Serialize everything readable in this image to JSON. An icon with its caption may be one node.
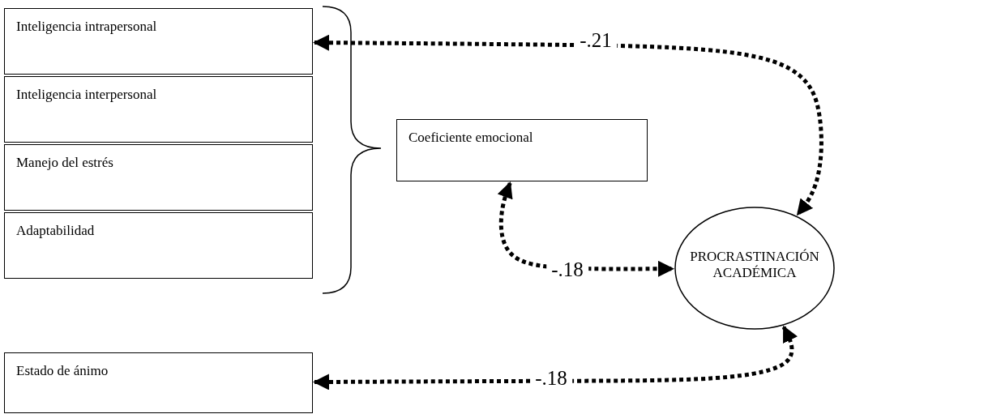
{
  "diagram": {
    "nodes": [
      {
        "text": [
          "Inteligencia intrapersonal"
        ]
      },
      {
        "text": [
          "Inteligencia interpersonal"
        ]
      },
      {
        "text": [
          "Manejo del estrés"
        ]
      },
      {
        "text": [
          "Adaptabilidad"
        ]
      },
      {
        "text": [
          "Coeficiente emocional"
        ]
      },
      {
        "text": [
          "PROCRASTINACIÓN ACADÉMICA"
        ]
      },
      {
        "text": [
          "Estado de ánimo"
        ]
      }
    ],
    "edges": [
      {
        "from": 0,
        "to": 5,
        "arrow": "both",
        "label": "-.21",
        "style": "dashed"
      },
      {
        "from": 4,
        "to": 5,
        "arrow": "both",
        "label": "-.18",
        "style": "dashed"
      },
      {
        "from": 6,
        "to": 5,
        "arrow": "both",
        "label": "-.18",
        "style": "dashed"
      }
    ]
  }
}
